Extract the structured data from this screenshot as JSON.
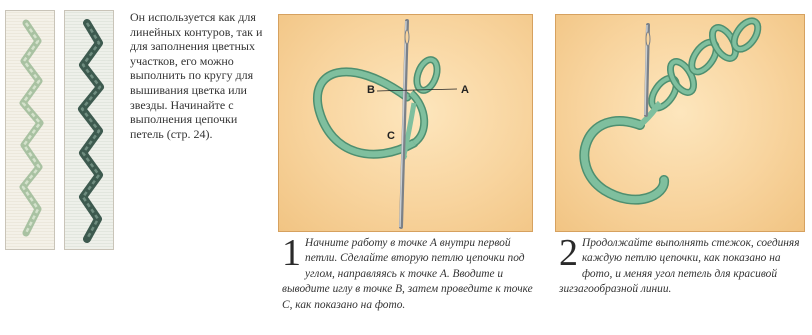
{
  "samples": [
    {
      "name": "light-thread-sample",
      "thread_color": "#b9cfb1",
      "fabric_color": "#f2efe6"
    },
    {
      "name": "dark-thread-sample",
      "thread_color": "#3d5a4f",
      "fabric_color": "#e9ece4"
    }
  ],
  "intro_text": "Он используется как для линейных контуров, так и для заполнения цветных участков, его можно выполнить по кругу для вышивания цветка или звезды. Начинайте с выполнения цепочки петель (стр. 24).",
  "steps": [
    {
      "number": "1",
      "text": "Начните работу в точке А внутри первой петли. Сделайте вторую петлю цепочки под углом, направляясь к точке А. Вводите и выводите иглу в точке В, затем проведите к точке С, как показано на фото.",
      "points": {
        "a": "A",
        "b": "B",
        "c": "C"
      }
    },
    {
      "number": "2",
      "text": "Продолжайте выполнять стежок, соединяя каждую петлю цепочки, как показано на фото, и меняя угол петель для красивой зигзагообразной линии."
    }
  ],
  "colors": {
    "thread": "#7fbf9e",
    "thread_shadow": "#4e8f70",
    "photo_bg": "#f8d49e",
    "photo_border": "#d6a15f",
    "needle": "#9aa0a6"
  }
}
